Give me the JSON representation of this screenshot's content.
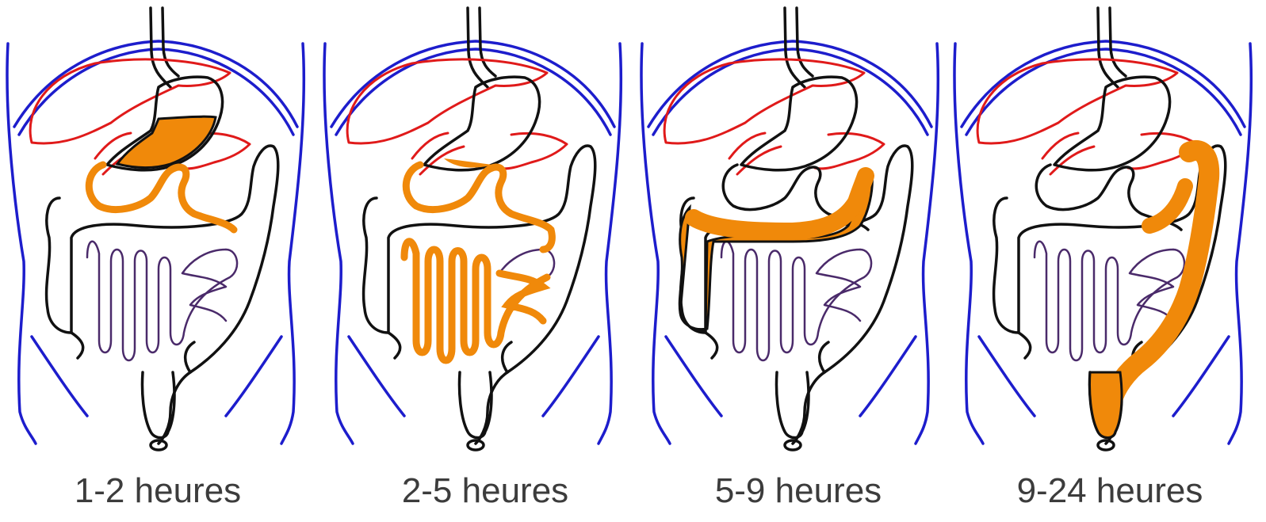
{
  "accent_color": "#f0890a",
  "stages": [
    {
      "label": "1-2 heures",
      "filled": "stomach"
    },
    {
      "label": "2-5 heures",
      "filled": "small-intestine"
    },
    {
      "label": "5-9 heures",
      "filled": "ascending-transverse-colon"
    },
    {
      "label": "9-24 heures",
      "filled": "descending-colon-rectum"
    }
  ]
}
